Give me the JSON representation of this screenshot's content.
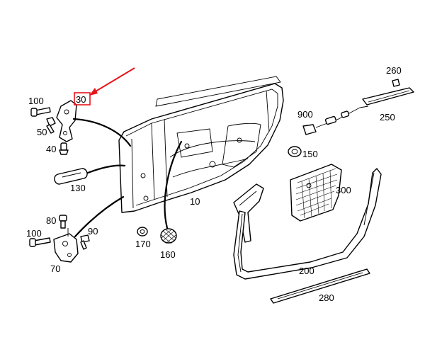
{
  "labels": {
    "p10": "10",
    "p30": "30",
    "p40": "40",
    "p50": "50",
    "p70": "70",
    "p80": "80",
    "p90": "90",
    "p100a": "100",
    "p100b": "100",
    "p130": "130",
    "p150": "150",
    "p160": "160",
    "p170": "170",
    "p200": "200",
    "p250": "250",
    "p260": "260",
    "p280": "280",
    "p300": "300",
    "p900": "900"
  },
  "colors": {
    "highlight": "#e8141b",
    "line": "#000000",
    "background": "#ffffff"
  },
  "highlighted_part": "30"
}
